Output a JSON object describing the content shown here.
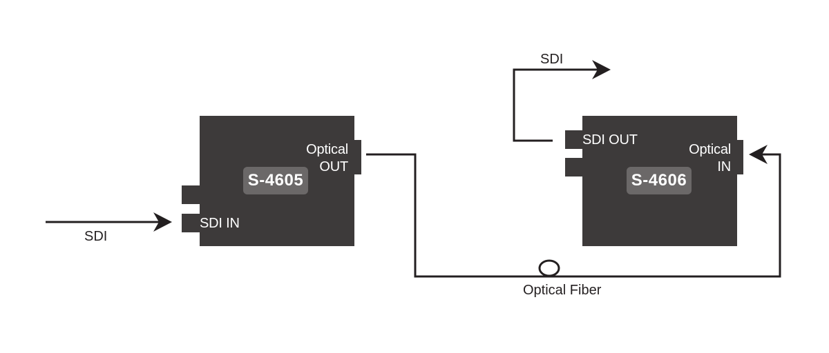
{
  "colors": {
    "device": "#3d3a3a",
    "badge": "#6b6868",
    "line": "#231f20",
    "device_text": "#ffffff"
  },
  "devices": [
    {
      "model": "S-4605",
      "ports": {
        "input": "SDI IN",
        "output_line1": "Optical",
        "output_line2": "OUT"
      }
    },
    {
      "model": "S-4606",
      "ports": {
        "output": "SDI OUT",
        "input_line1": "Optical",
        "input_line2": "IN"
      }
    }
  ],
  "signals": {
    "sdi_input": "SDI",
    "sdi_output": "SDI",
    "fiber": "Optical Fiber"
  }
}
